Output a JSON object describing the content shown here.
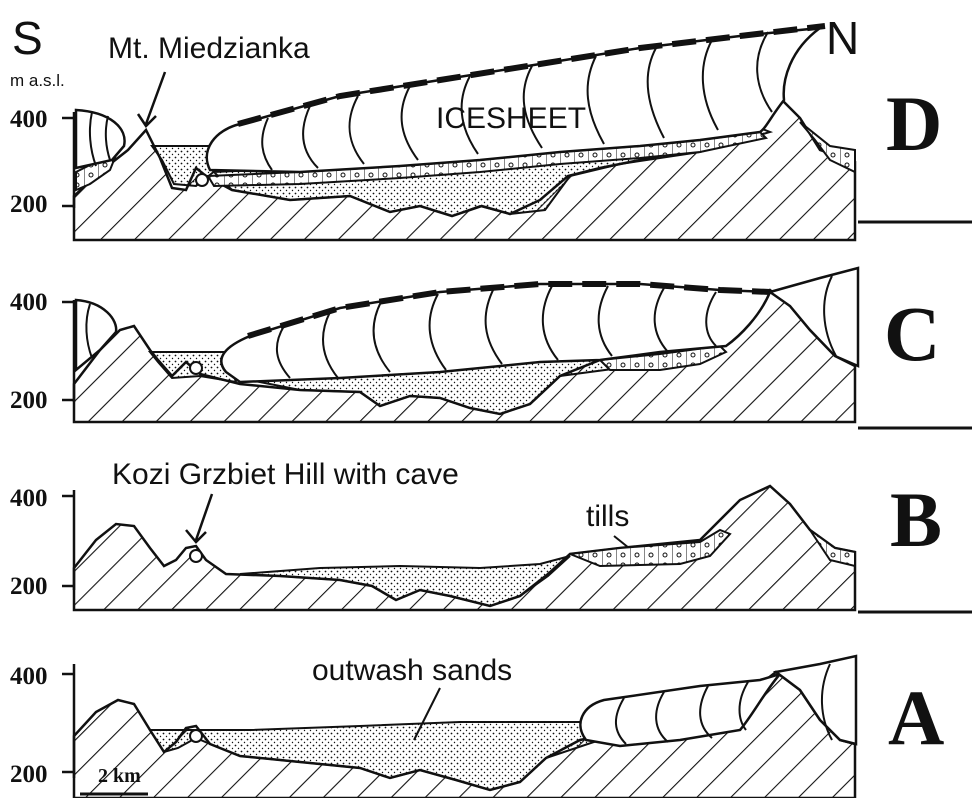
{
  "compass": {
    "south": "S",
    "north": "N"
  },
  "axis": {
    "unit": "m a.s.l.",
    "tick_upper": "400",
    "tick_lower": "200"
  },
  "scale_bar": "2 km",
  "labels": {
    "mt_miedzianka": "Mt. Miedzianka",
    "icesheet": "ICESHEET",
    "kozi_grzbiet": "Kozi Grzbiet Hill with cave",
    "tills": "tills",
    "outwash_sands": "outwash sands"
  },
  "panels": [
    {
      "letter": "D"
    },
    {
      "letter": "C"
    },
    {
      "letter": "B"
    },
    {
      "letter": "A"
    }
  ],
  "colors": {
    "ink": "#111111",
    "background": "#ffffff"
  }
}
